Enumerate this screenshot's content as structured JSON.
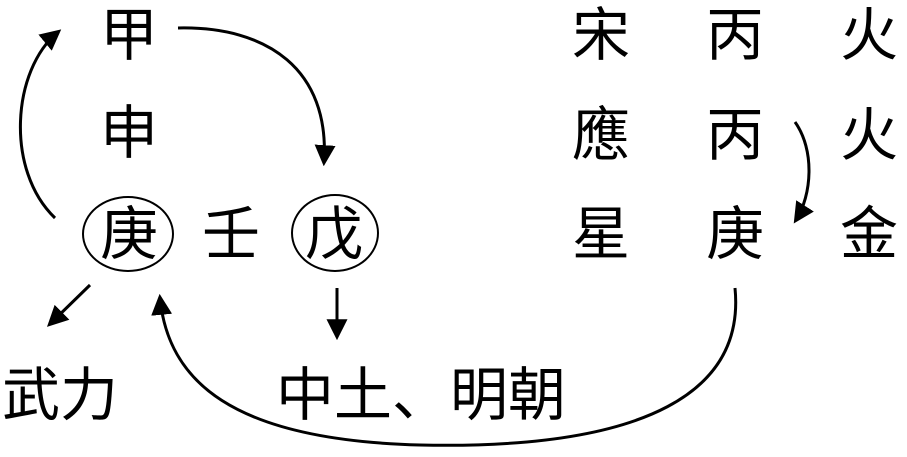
{
  "left_column": {
    "top": "甲",
    "middle": "申",
    "circled_left": "庚",
    "middle_row_center": "壬",
    "circled_right": "戊"
  },
  "bottom_labels": {
    "left": "武力",
    "right": "中土、明朝"
  },
  "right_table": {
    "rows": [
      {
        "dynasty": "宋",
        "stem": "丙",
        "element": "火"
      },
      {
        "dynasty": "應",
        "stem": "丙",
        "element": "火"
      },
      {
        "dynasty": "星",
        "stem": "庚",
        "element": "金"
      }
    ]
  },
  "colors": {
    "ink": "#000000",
    "background": "#ffffff"
  }
}
